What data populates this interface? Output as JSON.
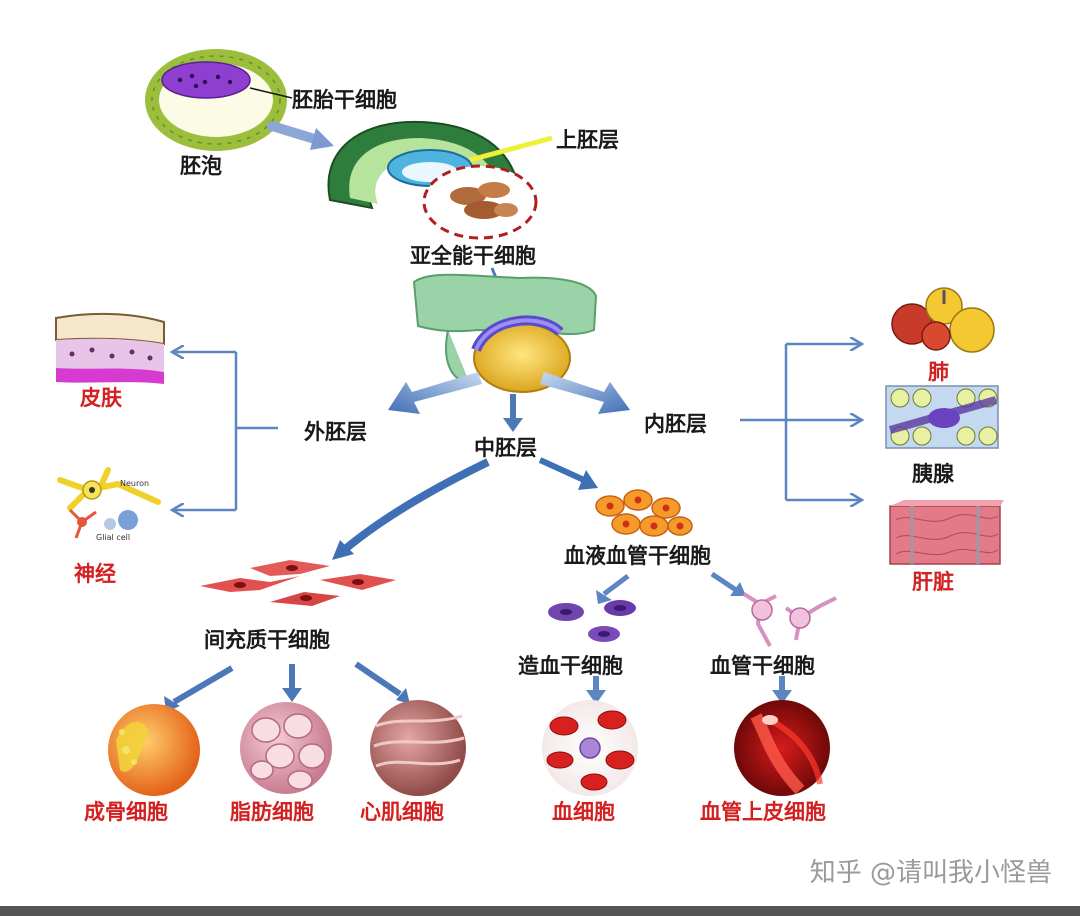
{
  "labels": {
    "blastocyst": "胚泡",
    "embryonic_stem_cell": "胚胎干细胞",
    "epiblast": "上胚层",
    "sub_totipotent_stem_cell": "亚全能干细胞",
    "ectoderm": "外胚层",
    "mesoderm": "中胚层",
    "endoderm": "内胚层",
    "skin": "皮肤",
    "nerve": "神经",
    "lung": "肺",
    "pancreas": "胰腺",
    "liver": "肝脏",
    "hemangioblast": "血液血管干细胞",
    "mesenchymal_stem_cell": "间充质干细胞",
    "hematopoietic_stem_cell": "造血干细胞",
    "vascular_stem_cell": "血管干细胞",
    "osteoblast": "成骨细胞",
    "adipocyte": "脂肪细胞",
    "cardiomyocyte": "心肌细胞",
    "blood_cell": "血细胞",
    "endothelial_cell": "血管上皮细胞",
    "neuron_tag": "Neuron",
    "glial_tag": "Glial cell"
  },
  "watermark": "知乎 @请叫我小怪兽",
  "colors": {
    "arrow": "#5b86c2",
    "arrow_light": "#9bb8e0",
    "red_label": "#d42020",
    "dark_label": "#1a1a1a"
  }
}
